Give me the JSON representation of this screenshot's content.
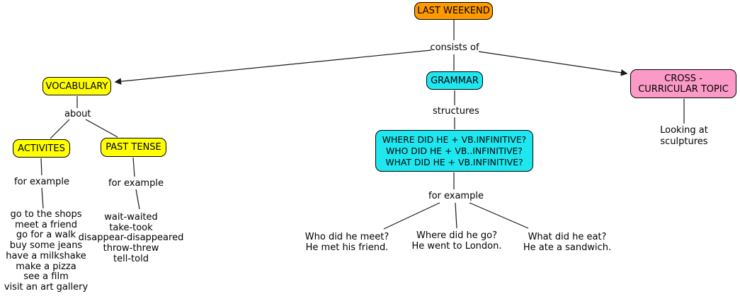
{
  "diagram": {
    "root_label": "LAST WEEKEND",
    "connectors": {
      "consists_of": "consists of",
      "about": "about",
      "structures": "structures",
      "for_example_activities": "for example",
      "for_example_past_tense": "for example",
      "for_example_grammar": "for example"
    },
    "nodes": {
      "vocabulary": "VOCABULARY",
      "activities": "ACTIVITES",
      "past_tense": "PAST TENSE",
      "grammar": "GRAMMAR",
      "cross_curricular": "CROSS - CURRICULAR TOPIC"
    },
    "structures_box": {
      "lines": [
        "WHERE DID HE + VB.INFINITIVE?",
        "WHO DID HE + VB..INFINITIVE?",
        "WHAT DID HE + VB.INFINITIVE?"
      ]
    },
    "activities_examples": [
      "go to the shops",
      "meet a friend",
      "go for a walk",
      "buy some jeans",
      "have a milkshake",
      "make a pizza",
      "see a film",
      "visit an art gallery"
    ],
    "past_tense_examples": [
      "wait-waited",
      "take-took",
      "disappear-disappeared",
      "throw-threw",
      "tell-told"
    ],
    "grammar_examples": [
      {
        "question": "Who did he meet?",
        "answer": "He met his friend."
      },
      {
        "question": "Where did he go?",
        "answer": "He went to London."
      },
      {
        "question": "What did he eat?",
        "answer": "He ate a sandwich."
      }
    ],
    "cross_example": "Looking at sculptures",
    "colors": {
      "root_node": "#FF9900",
      "vocabulary_nodes": "#FFFF00",
      "grammar_nodes": "#1EE7F0",
      "cross_curricular_node": "#FB9AC7",
      "connector_line": "#1A1A1A",
      "background": "#FFFFFF"
    }
  }
}
